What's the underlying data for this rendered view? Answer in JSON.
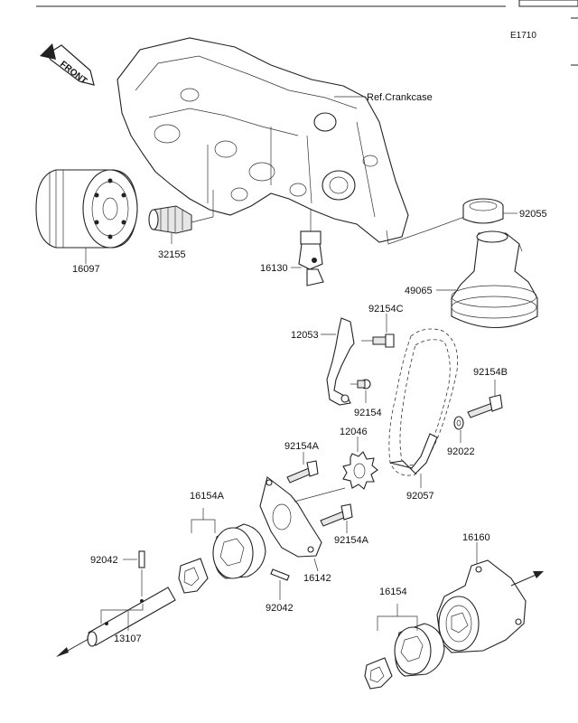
{
  "diagram_code": "E1710",
  "front_label": "FRONT",
  "callouts": {
    "ref_crankcase": "Ref.Crankcase",
    "p92055": "92055",
    "p16097": "16097",
    "p32155": "32155",
    "p16130": "16130",
    "p49065": "49065",
    "p92154C": "92154C",
    "p12053": "12053",
    "p92154B": "92154B",
    "p92154": "92154",
    "p12046": "12046",
    "p92154A_top": "92154A",
    "p92022": "92022",
    "p92057": "92057",
    "p16154A": "16154A",
    "p92154A_bottom": "92154A",
    "p92042_left": "92042",
    "p16142": "16142",
    "p16160": "16160",
    "p92042_bottom": "92042",
    "p16154": "16154",
    "p13107": "13107"
  }
}
